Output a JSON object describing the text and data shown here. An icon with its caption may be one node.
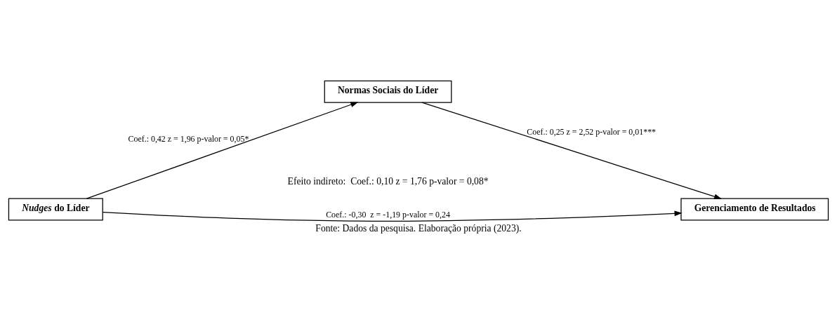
{
  "diagram": {
    "caption": "Fonte: Dados da pesquisa. Elaboração própria (2023).",
    "nodes": [
      {
        "text": [
          "Normas Sociais do Líder"
        ]
      },
      {
        "text": [
          "*Nudges* do Líder"
        ]
      },
      {
        "text": [
          "Gerenciamento de Resultados"
        ]
      }
    ],
    "edges": [
      {
        "from": 1,
        "to": 0,
        "arrow": "to",
        "label": "Coef.: 0,42 z = 1,96 p-valor = 0,05*"
      },
      {
        "from": 0,
        "to": 2,
        "arrow": "to",
        "label": "Coef.: 0,25 z = 2,52 p-valor = 0,01***"
      },
      {
        "from": 1,
        "to": 2,
        "arrow": "to",
        "label": "Coef.: -0,30  z = -1,19 p-valor = 0,24"
      }
    ],
    "labels": [
      "Efeito indireto:  Coef.: 0,10 z = 1,76 p-valor = 0,08*"
    ]
  }
}
